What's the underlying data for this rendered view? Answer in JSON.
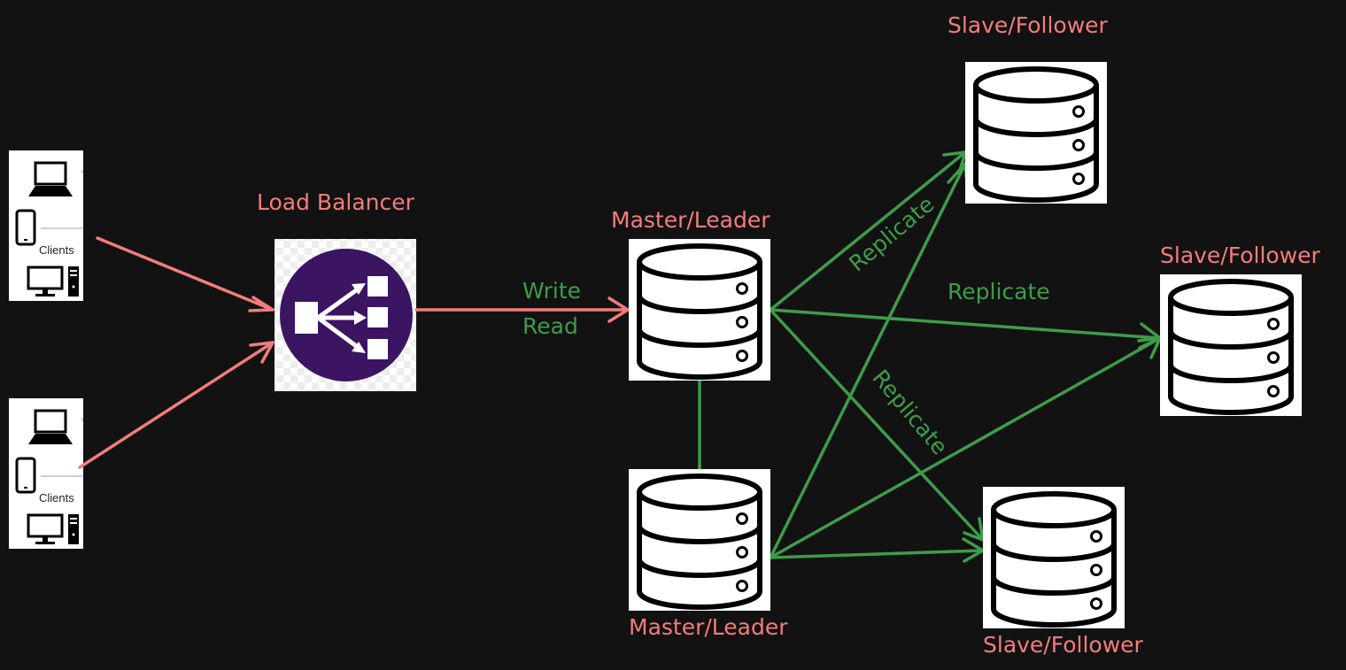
{
  "labels": {
    "load_balancer": "Load Balancer",
    "master_top": "Master/Leader",
    "master_bottom": "Master/Leader",
    "slave_top": "Slave/Follower",
    "slave_right": "Slave/Follower",
    "slave_bottom": "Slave/Follower",
    "write": "Write",
    "read": "Read",
    "replicate_diag_up": "Replicate",
    "replicate_mid": "Replicate",
    "replicate_diag_down": "Replicate",
    "clients_top": "Clients",
    "clients_bottom": "Clients"
  },
  "colors": {
    "background": "#121212",
    "client_arrow": "#f47c7c",
    "replication_arrow": "#3e9c4a",
    "load_balancer": "#3b1462"
  },
  "icons": {
    "load_balancer": "load-balancer-icon",
    "database": "database-icon",
    "laptop": "laptop-icon",
    "phone": "phone-icon",
    "desktop": "desktop-icon"
  }
}
